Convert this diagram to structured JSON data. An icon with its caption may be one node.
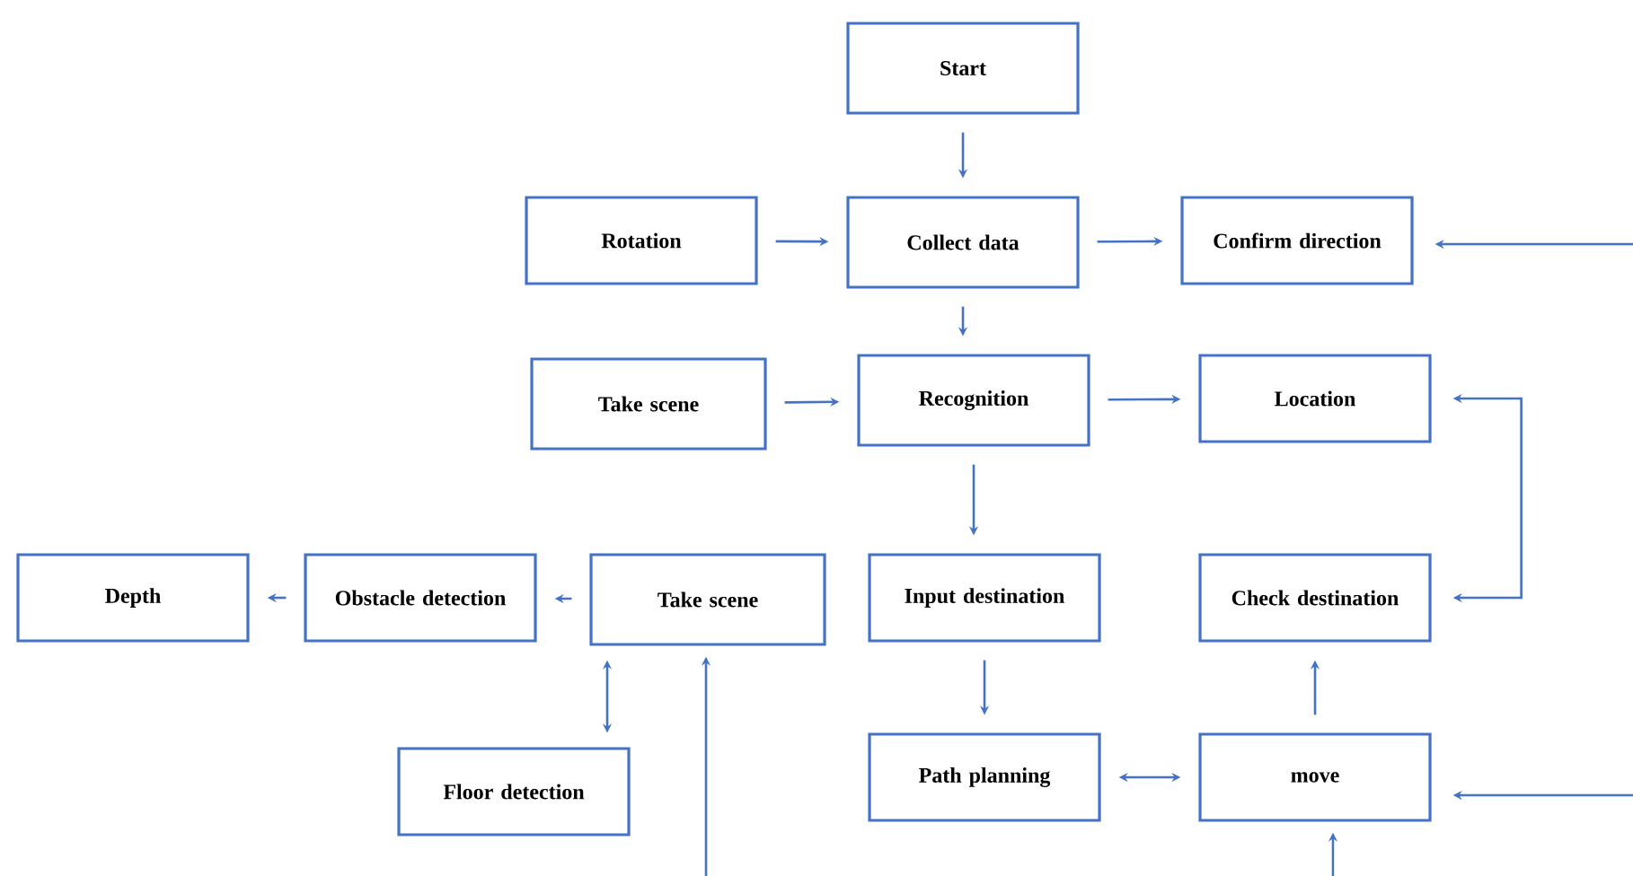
{
  "diagram": {
    "nodes": [
      {
        "text": [
          "Start"
        ]
      },
      {
        "text": [
          "Rotation"
        ]
      },
      {
        "text": [
          "Collect data"
        ]
      },
      {
        "text": [
          "Confirm direction"
        ]
      },
      {
        "text": [
          "Take scene"
        ]
      },
      {
        "text": [
          "Recognition"
        ]
      },
      {
        "text": [
          "Location"
        ]
      },
      {
        "text": [
          "Depth"
        ]
      },
      {
        "text": [
          "Obstacle detection"
        ]
      },
      {
        "text": [
          "Take scene"
        ]
      },
      {
        "text": [
          "Input destination"
        ]
      },
      {
        "text": [
          "Check destination"
        ]
      },
      {
        "text": [
          "Floor detection"
        ]
      },
      {
        "text": [
          "Path planning"
        ]
      },
      {
        "text": [
          "move"
        ]
      }
    ],
    "edges": [
      {
        "from": 0,
        "to": 2,
        "arrow": "to"
      },
      {
        "from": 1,
        "to": 2,
        "arrow": "to"
      },
      {
        "from": 2,
        "to": 3,
        "arrow": "to"
      },
      {
        "from": null,
        "to": 3,
        "arrow": "to"
      },
      {
        "from": 2,
        "to": 5,
        "arrow": "to"
      },
      {
        "from": 4,
        "to": 5,
        "arrow": "to"
      },
      {
        "from": 5,
        "to": 6,
        "arrow": "to"
      },
      {
        "from": 11,
        "to": 6,
        "arrow": "both"
      },
      {
        "from": 5,
        "to": 10,
        "arrow": "to"
      },
      {
        "from": 9,
        "to": 8,
        "arrow": "to"
      },
      {
        "from": 8,
        "to": 7,
        "arrow": "to"
      },
      {
        "from": 9,
        "to": 12,
        "arrow": "both"
      },
      {
        "from": null,
        "to": 9,
        "arrow": "to"
      },
      {
        "from": 10,
        "to": 13,
        "arrow": "to"
      },
      {
        "from": 13,
        "to": 14,
        "arrow": "both"
      },
      {
        "from": 14,
        "to": 11,
        "arrow": "to"
      },
      {
        "from": null,
        "to": 14,
        "arrow": "to"
      },
      {
        "from": null,
        "to": 14,
        "arrow": "to"
      }
    ]
  }
}
